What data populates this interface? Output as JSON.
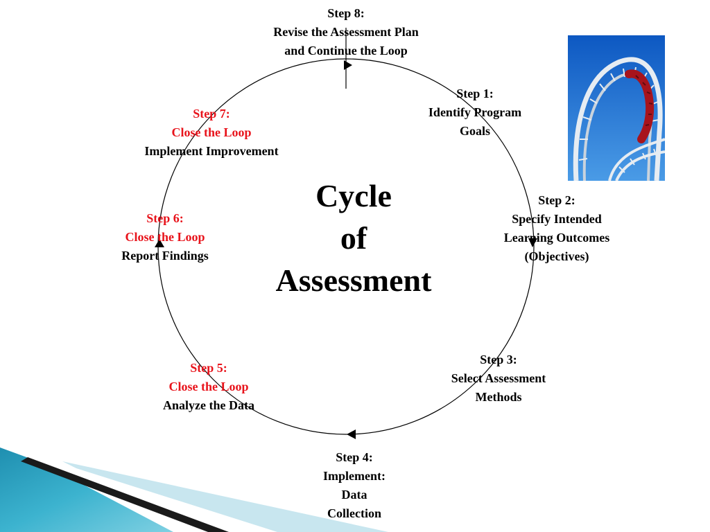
{
  "diagram": {
    "center_title": [
      "Cycle",
      "of",
      "Assessment"
    ],
    "steps": [
      {
        "id": "step-8",
        "heading": "Step 8:",
        "lines": [
          "Revise the Assessment Plan",
          "and Continue the Loop"
        ],
        "red_lines": 0
      },
      {
        "id": "step-1",
        "heading": "Step 1:",
        "lines": [
          "Identify Program",
          "Goals"
        ],
        "red_lines": 0
      },
      {
        "id": "step-2",
        "heading": "Step 2:",
        "lines": [
          "Specify Intended",
          "Learning Outcomes",
          "(Objectives)"
        ],
        "red_lines": 0
      },
      {
        "id": "step-3",
        "heading": "Step 3:",
        "lines": [
          "Select Assessment",
          "Methods"
        ],
        "red_lines": 0
      },
      {
        "id": "step-4",
        "heading": "Step 4:",
        "lines": [
          "Implement:",
          "Data",
          "Collection"
        ],
        "red_lines": 0
      },
      {
        "id": "step-5",
        "heading": "Step 5:",
        "lines": [
          "Close the Loop",
          "Analyze the Data"
        ],
        "red_lines": 2
      },
      {
        "id": "step-6",
        "heading": "Step 6:",
        "lines": [
          "Close the Loop",
          "Report Findings"
        ],
        "red_lines": 2
      },
      {
        "id": "step-7",
        "heading": "Step 7:",
        "lines": [
          "Close the Loop",
          "Implement Improvement"
        ],
        "red_lines": 2
      }
    ]
  },
  "colors": {
    "text": "#000000",
    "highlight": "#e8131b",
    "circle": "#000000",
    "sky": "#1f6fd1",
    "coaster_track": "#e6ecf2",
    "coaster_car": "#a8141c",
    "corner_teal": "#2aa8c4",
    "corner_dark": "#1a1a1a"
  },
  "icons": {
    "photo": "roller-coaster-photo",
    "corner": "teal-swoosh-decoration"
  }
}
